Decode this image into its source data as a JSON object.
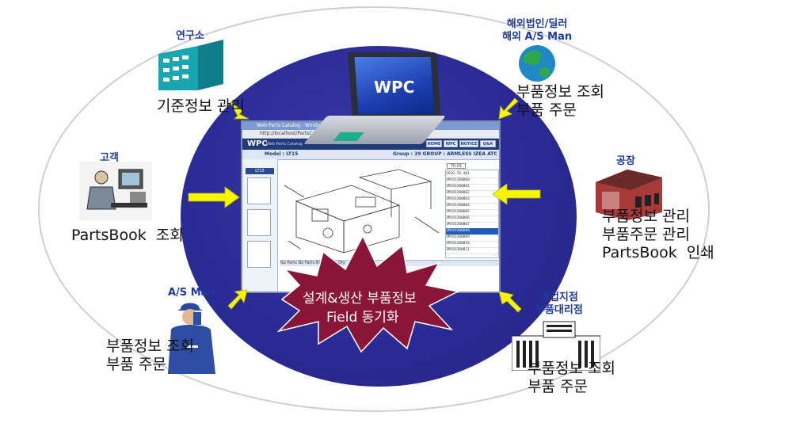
{
  "center": {
    "laptop_label": "WPC",
    "burst_line1": "설계&생산 부품정보",
    "burst_line2": "Field 동기화"
  },
  "screen": {
    "title": "Web Parts Catalog - Windows Internet Explorer",
    "address": "http://localhost/PartsCatalog",
    "logo": "WPC",
    "logo_sub": "Web Parts Catalog",
    "buttons": [
      "HOME",
      "WPC",
      "NOTICE",
      "Q&A"
    ],
    "model_label": "Model : LT15",
    "group_label": "Group : 39 GROUP : ARMLESS IZEA ATC",
    "side_tab": "LT15",
    "table_rows": [
      "2626-70-401",
      "3M193300000",
      "3M193300001",
      "3M193300002",
      "3M193300003",
      "3M193300004",
      "3M193300005",
      "3M193300006",
      "3M193300007",
      "3M193300008",
      "3M193300009",
      "3M193300010",
      "3M193300011"
    ],
    "bottom_header": "No   Parts No   Parts Name   Unit   Qty"
  },
  "nodes": {
    "lab": {
      "label": "연구소",
      "lines": "기준정보 관리"
    },
    "overseas": {
      "label": "해외법인/딜러\n해외 A/S Man",
      "lines": "부품정보 조회\n부품 주문"
    },
    "customer": {
      "label": "고객",
      "lines": "PartsBook  조회"
    },
    "factory": {
      "label": "공장",
      "lines": "부품정보 관리\n부품주문 관리\nPartsBook  인쇄"
    },
    "asman": {
      "label": "A/S Man",
      "lines": "부품정보 조회\n부품 주문"
    },
    "branch": {
      "label": "영업지점\n부품대리점",
      "lines": "부품정보 조회\n부품 주문"
    }
  },
  "colors": {
    "inner_ellipse": "#2b2b98",
    "arrow": "#f5f500",
    "burst": "#8a1538",
    "label_blue": "#1f3aa0"
  }
}
